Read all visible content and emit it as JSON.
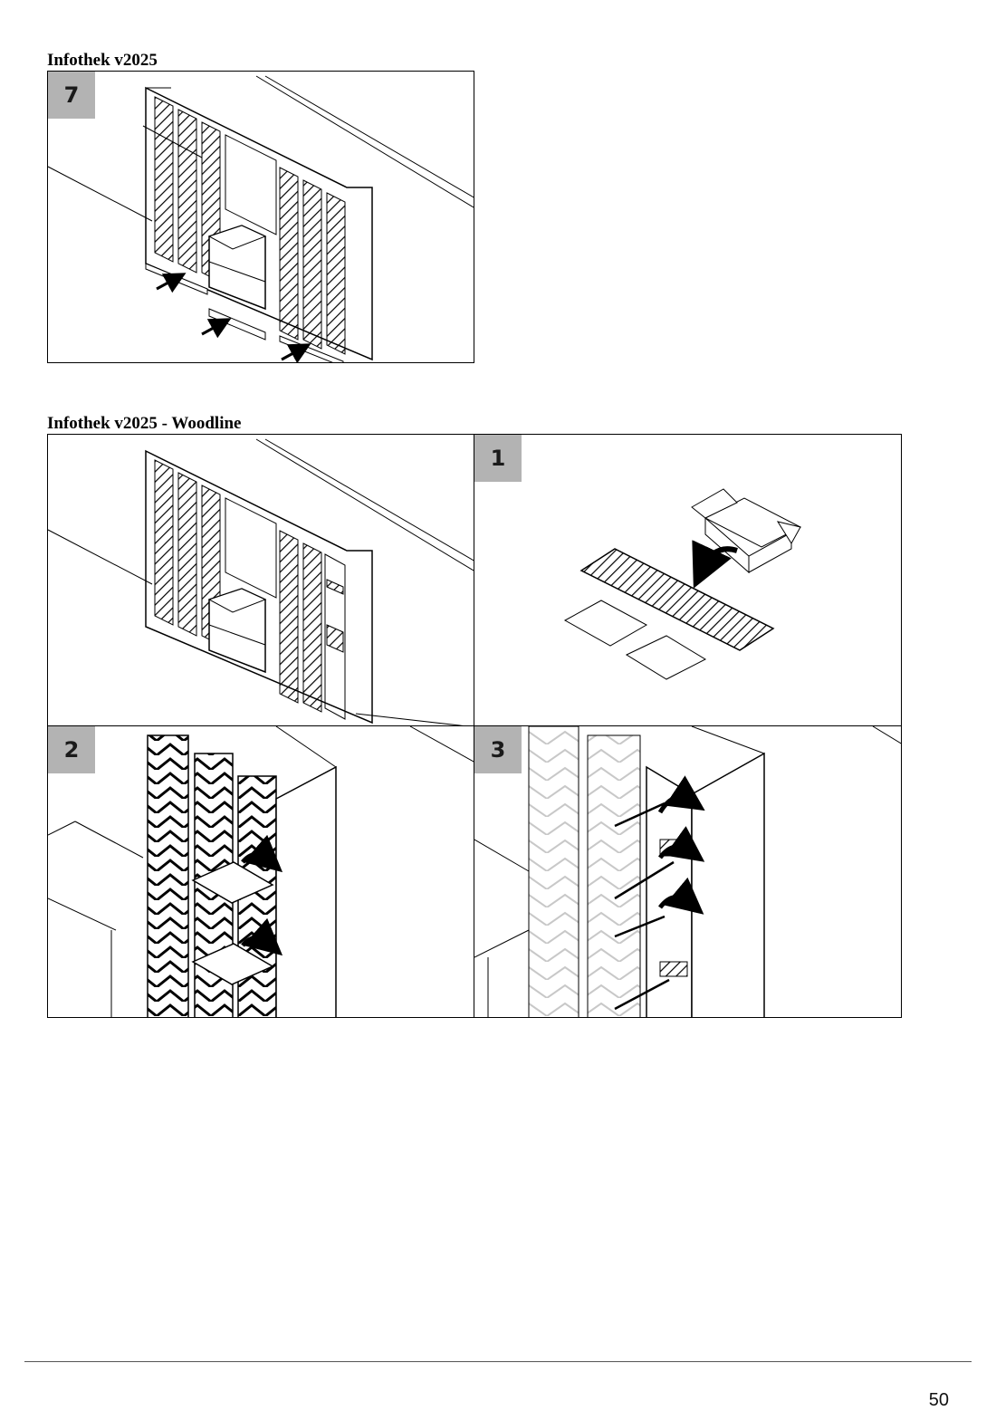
{
  "sections": [
    {
      "title": "Infothek v2025"
    },
    {
      "title": "Infothek v2025 - Woodline"
    }
  ],
  "panels": {
    "top_step": "7",
    "woodline_overview_step": "",
    "woodline_step_1": "1",
    "woodline_step_2": "2",
    "woodline_step_3": "3"
  },
  "footer": {
    "page_number": "50"
  },
  "colors": {
    "badge": "#b3b3b3",
    "line": "#000000",
    "light_hatch": "#cfcfcf"
  }
}
